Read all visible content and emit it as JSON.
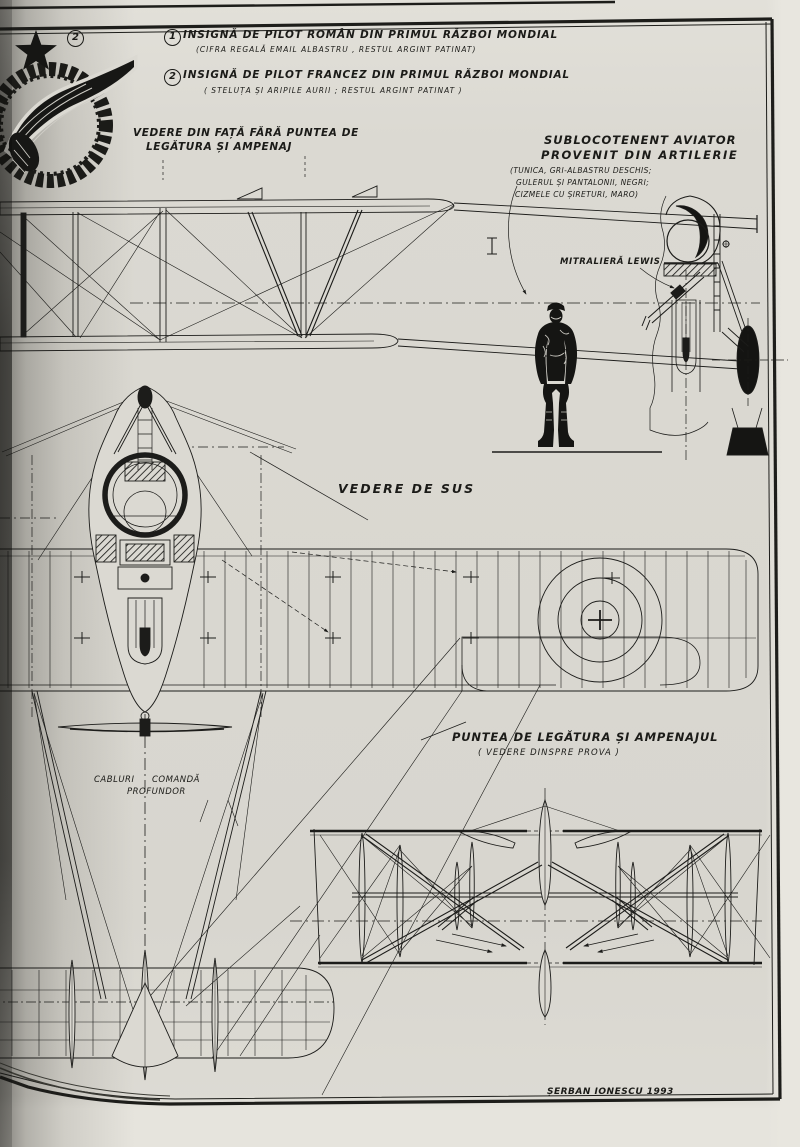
{
  "insignia": {
    "badge_number": "2"
  },
  "notes": [
    {
      "number": "1",
      "title": "INSIGNĂ DE PILOT ROMÂN DIN PRIMUL RĂZBOI MONDIAL",
      "subtitle": "(CIFRA REGALĂ EMAIL ALBASTRU , RESTUL ARGINT PATINAT)"
    },
    {
      "number": "2",
      "title": "INSIGNĂ DE PILOT FRANCEZ DIN PRIMUL RĂZBOI MONDIAL",
      "subtitle": "( STELUȚA ȘI ARIPILE AURII ;  RESTUL ARGINT PATINAT )"
    }
  ],
  "views": {
    "front": {
      "line1": "VEDERE DIN FAȚĂ FĂRĂ PUNTEA DE",
      "line2": "LEGĂTURA ȘI AMPENAJ"
    },
    "top": {
      "label": "VEDERE DE SUS"
    },
    "bridge": {
      "line1": "PUNTEA DE LEGĂTURA ȘI AMPENAJUL",
      "line2": "( VEDERE   DINSPRE   PROVA )"
    }
  },
  "figure": {
    "line1": "SUBLOCOTENENT AVIATOR",
    "line2": "PROVENIT DIN ARTILERIE",
    "note1": "(TUNICA, GRI-ALBASTRU DESCHIS;",
    "note2": "GULERUL ȘI PANTALONII, NEGRI;",
    "note3": "CIZMELE CU ȘIRETURI, MARO)"
  },
  "callouts": {
    "machine_gun": "MITRALIERĂ LEWIS",
    "cables_word1": "CABLURI",
    "cables_word2": "COMANDĂ",
    "cables_line2": "PROFUNDOR"
  },
  "signature": "ȘERBAN IONESCU 1993",
  "colors": {
    "ink": "#1c1c1a",
    "paper": "#dbd9d2"
  }
}
